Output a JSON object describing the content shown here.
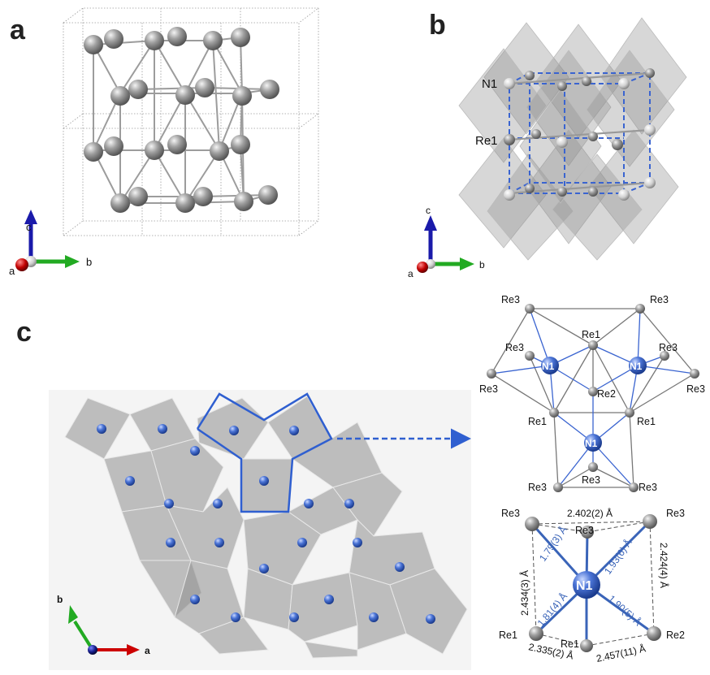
{
  "panels": {
    "a": {
      "letter": "a",
      "axes": {
        "c": "c",
        "a": "a",
        "b": "b"
      }
    },
    "b": {
      "letter": "b",
      "atom_labels": {
        "n1": "N1",
        "re1": "Re1"
      },
      "axes": {
        "c": "c",
        "a": "a",
        "b": "b"
      }
    },
    "c": {
      "letter": "c",
      "axes": {
        "b": "b",
        "a": "a"
      },
      "cluster_labels": {
        "re3_tl": "Re3",
        "re3_tr": "Re3",
        "re1_top": "Re1",
        "re3_ml": "Re3",
        "re3_mr": "Re3",
        "n1_l": "N1",
        "n1_r": "N1",
        "re3_l": "Re3",
        "re3_r": "Re3",
        "re2": "Re2",
        "re1_l": "Re1",
        "re1_r": "Re1",
        "n1_c": "N1",
        "re3_bl": "Re3",
        "re3_bc": "Re3",
        "re3_br": "Re3"
      },
      "octahedron": {
        "re3_tl": "Re3",
        "re3_tr": "Re3",
        "re3_top": "Re3",
        "n1": "N1",
        "re1_l": "Re1",
        "re1_b": "Re1",
        "re2": "Re2",
        "d_top": "2.402(2) Å",
        "d_left": "2.434(3) Å",
        "d_right": "2.424(4) Å",
        "d_bl": "2.335(2) Å",
        "d_br": "2.457(11) Å",
        "b_ul": "1.79(3) Å",
        "b_ur": "1.93(6) Å",
        "b_ll": "1.81(4) Å",
        "b_lr": "1.90(5) Å"
      }
    }
  },
  "colors": {
    "re_atom": "#8a8a8a",
    "n_atom": "#3c63c8",
    "polyhedron": "#9a9a9a",
    "axis_a": "#cc0000",
    "axis_b": "#22aa22",
    "axis_c": "#1a1aaa",
    "highlight": "#2f5fd0"
  }
}
